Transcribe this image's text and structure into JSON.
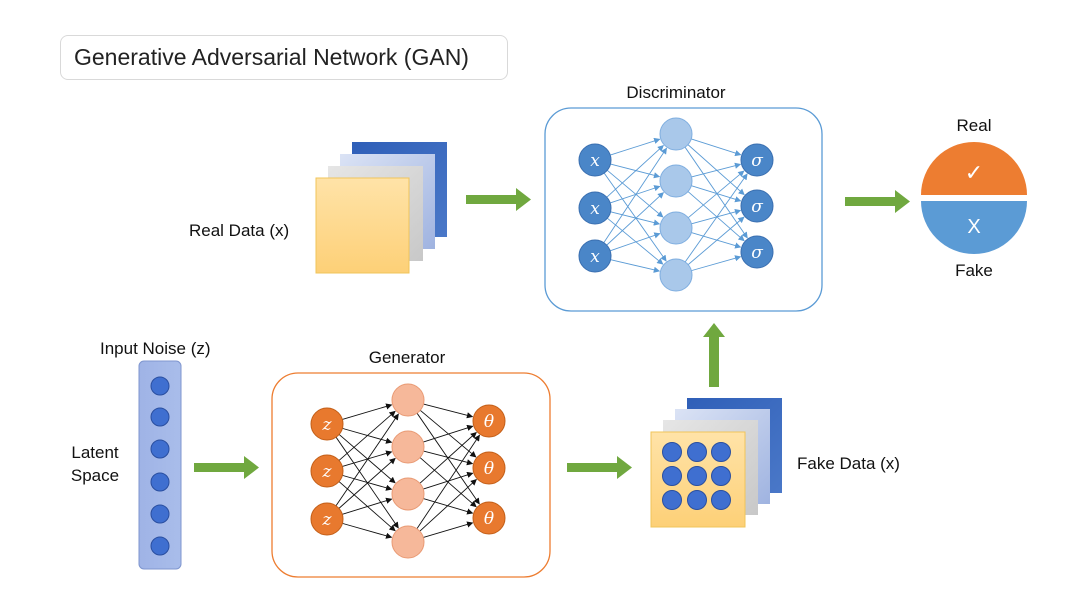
{
  "title": "Generative Adversarial Network (GAN)",
  "discriminator": {
    "label": "Discriminator",
    "input_symbol": "x",
    "output_symbol": "σ"
  },
  "generator": {
    "label": "Generator",
    "input_symbol": "z",
    "output_symbol": "θ"
  },
  "real_data_label": "Real Data (x)",
  "fake_data_label": "Fake Data (x)",
  "input_noise_label": "Input Noise (z)",
  "latent_space_label_line1": "Latent",
  "latent_space_label_line2": "Space",
  "output": {
    "real_label": "Real",
    "fake_label": "Fake",
    "real_symbol": "✓",
    "fake_symbol": "X"
  },
  "colors": {
    "blue_node": "#4a86c8",
    "light_blue_node": "#a9c8ea",
    "orange_node": "#e8792e",
    "peach_node": "#f6b89a",
    "arrow_green": "#70a83f",
    "output_orange": "#ed7d31",
    "output_blue": "#5b9bd5",
    "sheet_yellow": "#ffd98a"
  }
}
